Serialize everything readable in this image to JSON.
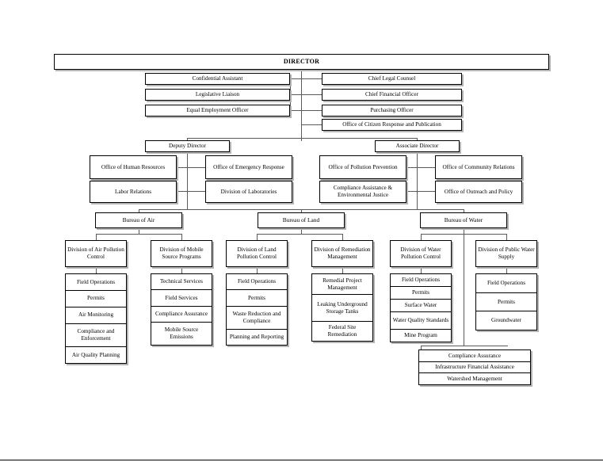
{
  "chart": {
    "type": "org-chart",
    "title": "DIRECTOR",
    "director": {
      "label": "DIRECTOR"
    },
    "director_staff_left": [
      {
        "label": "Confidential Assistant"
      },
      {
        "label": "Legislative Liaison"
      },
      {
        "label": "Equal Employment Officer"
      }
    ],
    "director_staff_right": [
      {
        "label": "Chief Legal Counsel"
      },
      {
        "label": "Chief Financial Officer"
      },
      {
        "label": "Purchasing Officer"
      },
      {
        "label": "Office of Citizen Response and Publication"
      }
    ],
    "deputy_director": {
      "label": "Deputy Director"
    },
    "deputy_offices": [
      {
        "label": "Office of Human Resources"
      },
      {
        "label": "Office of Emergency Response"
      },
      {
        "label": "Labor Relations"
      },
      {
        "label": "Division of Laboratories"
      }
    ],
    "associate_director": {
      "label": "Associate Director"
    },
    "associate_offices": [
      {
        "label": "Office of Pollution Prevention"
      },
      {
        "label": "Office of Community Relations"
      },
      {
        "label": "Compliance Assistance & Environmental Justice"
      },
      {
        "label": "Office of Outreach and Policy"
      }
    ],
    "bureaus": [
      {
        "label": "Bureau of Air",
        "divisions": [
          {
            "label": "Division of Air Pollution Control",
            "units": [
              "Field Operations",
              "Permits",
              "Air Monitoring",
              "Compliance and Enforcement",
              "Air Quality Planning"
            ]
          },
          {
            "label": "Division of Mobile Source Programs",
            "units": [
              "Technical Services",
              "Field Services",
              "Compliance Assurance",
              "Mobile Source Emissions"
            ]
          }
        ]
      },
      {
        "label": "Bureau of Land",
        "divisions": [
          {
            "label": "Division of Land Pollution Control",
            "units": [
              "Field Operations",
              "Permits",
              "Waste Reduction and Compliance",
              "Planning and Reporting"
            ]
          },
          {
            "label": "Division of Remediation Management",
            "units": [
              "Remedial Project Management",
              "Leaking Underground Storage Tanks",
              "Federal Site Remediation"
            ]
          }
        ]
      },
      {
        "label": "Bureau of Water",
        "divisions": [
          {
            "label": "Division of Water Pollution Control",
            "units": [
              "Field Operations",
              "Permits",
              "Surface Water",
              "Water Quality Standards",
              "Mine Program"
            ]
          },
          {
            "label": "Division of Public Water Supply",
            "units": [
              "Field Operations",
              "Permits",
              "Groundwater"
            ]
          }
        ],
        "bureau_units": [
          "Compliance Assurance",
          "Infrastructure Financial Assistance",
          "Watershed Management"
        ]
      }
    ],
    "colors": {
      "box_border": "#000000",
      "box_shadow": "#b4b4b4",
      "connector": "#5a5a5a",
      "background": "#ffffff",
      "text": "#000000"
    }
  }
}
